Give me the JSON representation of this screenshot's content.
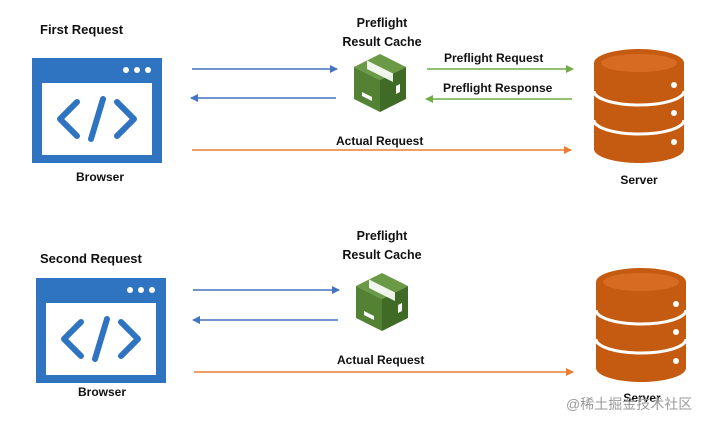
{
  "first": {
    "heading": "First Request",
    "browser_label": "Browser",
    "cache_label_line1": "Preflight",
    "cache_label_line2": "Result Cache",
    "preflight_request": "Preflight Request",
    "preflight_response": "Preflight Response",
    "actual_request": "Actual Request",
    "server_label": "Server"
  },
  "second": {
    "heading": "Second Request",
    "browser_label": "Browser",
    "cache_label_line1": "Preflight",
    "cache_label_line2": "Result Cache",
    "actual_request": "Actual Request",
    "server_label": "Server"
  },
  "watermark": "@稀土掘金技术社区",
  "colors": {
    "browser_blue": "#2f74c0",
    "cache_green": "#548235",
    "server_orange": "#c55a11",
    "arrow_blue": "#4472c4",
    "arrow_green": "#70ad47",
    "arrow_orange": "#ed7d31"
  },
  "icons": [
    "browser-window-icon",
    "package-box-icon",
    "database-server-icon"
  ]
}
